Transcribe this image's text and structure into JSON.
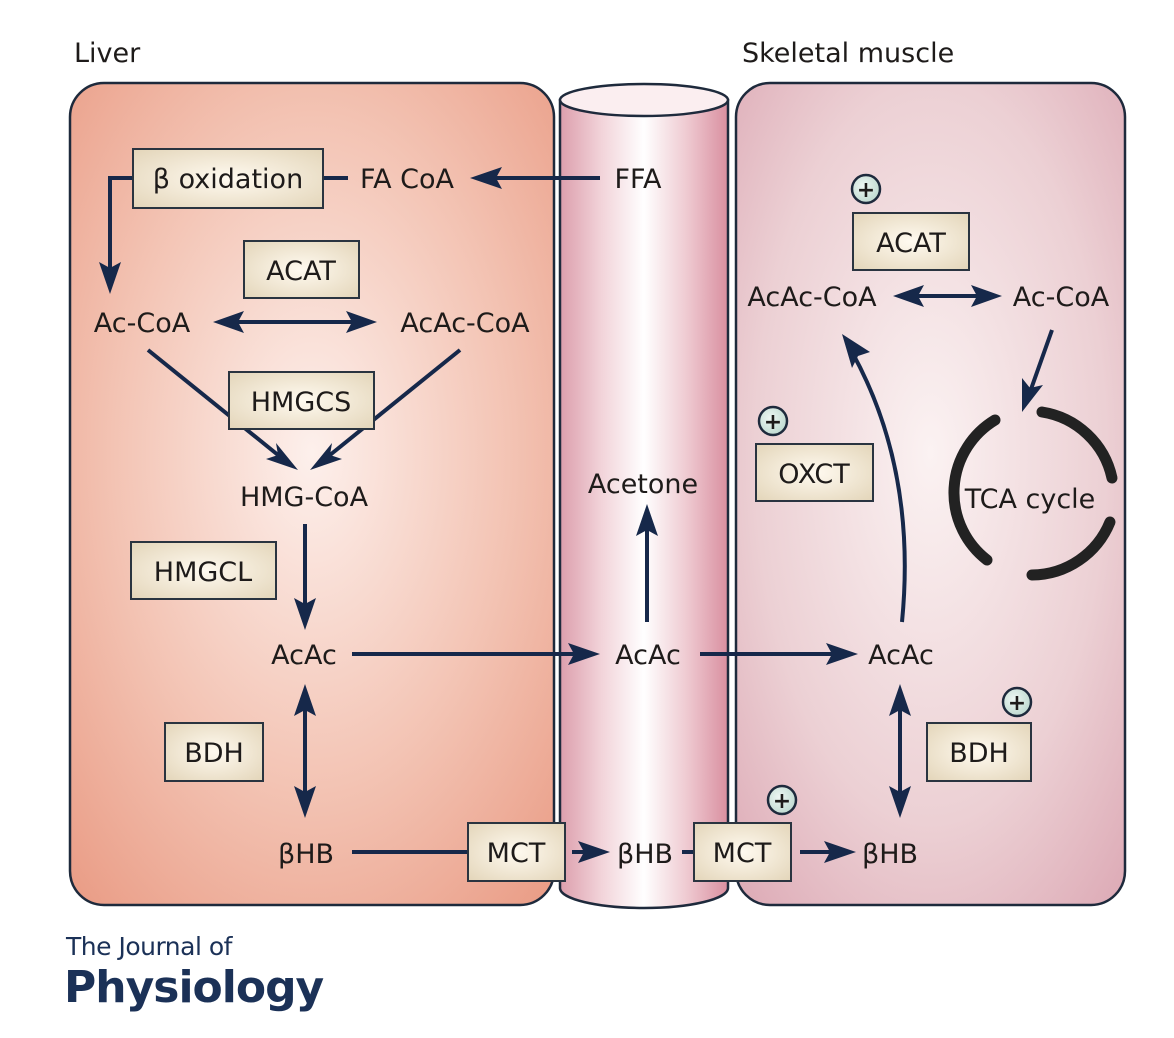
{
  "compartments": {
    "liver": "Liver",
    "muscle": "Skeletal muscle"
  },
  "liver": {
    "beta_oxidation": "β oxidation",
    "fa_coa": "FA CoA",
    "ac_coa": "Ac-CoA",
    "acac_coa": "AcAc-CoA",
    "acat": "ACAT",
    "hmgcs": "HMGCS",
    "hmg_coa": "HMG-CoA",
    "hmgcl": "HMGCL",
    "acac": "AcAc",
    "bdh": "BDH",
    "bhb": "βHB",
    "mct": "MCT"
  },
  "blood": {
    "ffa": "FFA",
    "acetone": "Acetone",
    "acac": "AcAc",
    "bhb": "βHB"
  },
  "muscle": {
    "acat": "ACAT",
    "acac_coa": "AcAc-CoA",
    "ac_coa": "Ac-CoA",
    "oxct": "OXCT",
    "tca": "TCA cycle",
    "acac": "AcAc",
    "bdh": "BDH",
    "bhb": "βHB",
    "mct": "MCT"
  },
  "activation_symbol": "+",
  "activated_enzymes": [
    "ACAT",
    "OXCT",
    "BDH",
    "MCT"
  ],
  "logo": {
    "line1": "The Journal of",
    "line2": "Physiology"
  },
  "colors": {
    "liver": "#eda08a",
    "muscle": "#e3b4bf",
    "vessel": "#d9909f",
    "arrow": "#16284a",
    "enzyme_box": "#e8dcc4",
    "activator": "#cfe3dc",
    "logo": "#1b3157"
  }
}
